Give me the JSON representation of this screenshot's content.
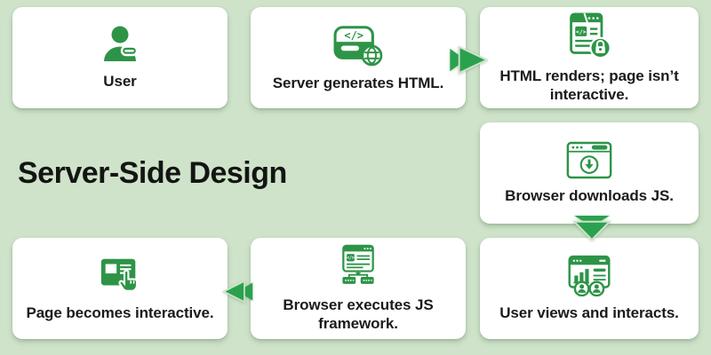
{
  "title": "Server-Side Design",
  "colors": {
    "background": "#cee3c9",
    "card": "#ffffff",
    "green": "#2d9447",
    "arrow": "#2aa14e",
    "text": "#1b1b1b"
  },
  "cards": {
    "user": {
      "label": "User",
      "icon": "user-icon"
    },
    "server_generates": {
      "label": "Server generates HTML.",
      "icon": "server-globe-icon"
    },
    "html_renders": {
      "label": "HTML renders; page isn’t interactive.",
      "icon": "html-document-lock-icon"
    },
    "browser_downloads": {
      "label": "Browser downloads JS.",
      "icon": "browser-download-icon"
    },
    "user_views": {
      "label": "User views and interacts.",
      "icon": "dashboard-users-icon"
    },
    "browser_executes": {
      "label": "Browser executes JS framework.",
      "icon": "browser-code-nodes-icon"
    },
    "page_interactive": {
      "label": "Page becomes interactive.",
      "icon": "page-click-hand-icon"
    }
  },
  "arrows": [
    {
      "id": "server-to-render",
      "direction": "right"
    },
    {
      "id": "download-to-view",
      "direction": "down"
    },
    {
      "id": "execute-to-interactive",
      "direction": "left"
    }
  ]
}
